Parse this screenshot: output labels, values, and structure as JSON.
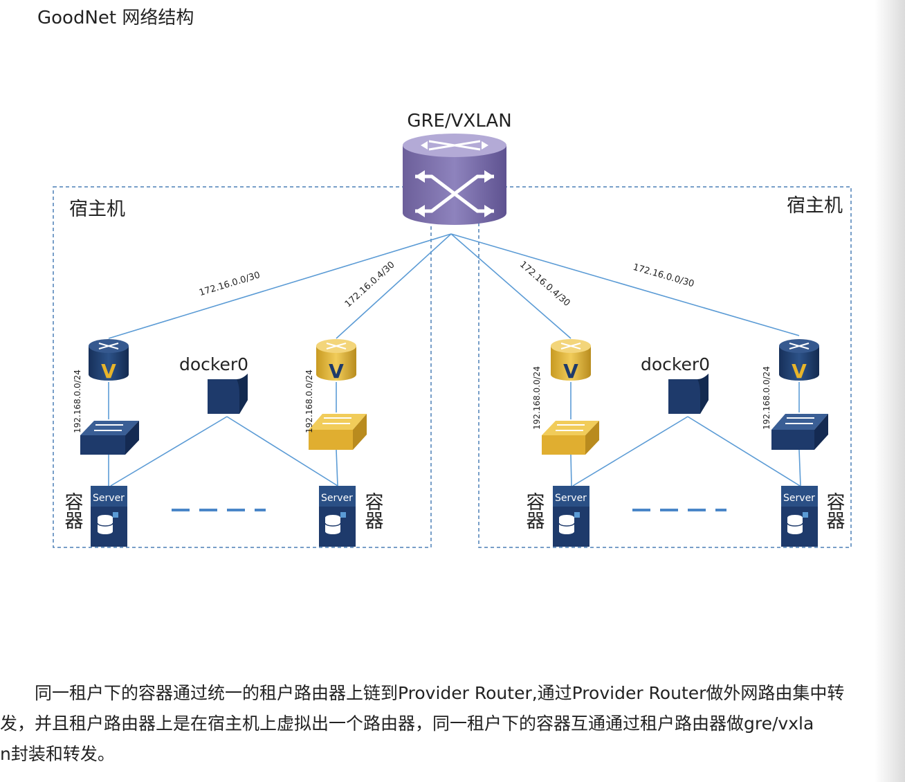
{
  "title": "GoodNet 网络结构",
  "diagram": {
    "core_label": "GRE/VXLAN",
    "host_label_left": "宿主机",
    "host_label_right": "宿主机",
    "links": {
      "left_outer": "172.16.0.0/30",
      "left_inner": "172.16.0.4/30",
      "right_inner": "172.16.0.4/30",
      "right_outer": "172.16.0.0/30"
    },
    "subnet_label": "192.168.0.0/24",
    "docker_label": "docker0",
    "router_letter": "V",
    "server_label": "Server",
    "container_label": "容器",
    "colors": {
      "link": "#5b9bd5",
      "host_border": "#4a7fb5",
      "navy": "#1e3a6b",
      "gold": "#e0b23a",
      "core_purple": "#7b6fa8"
    }
  },
  "paragraph": {
    "line1": "　　同一租户下的容器通过统一的租户路由器上链到Provider Router,通过Provider Router做外网路由集中转",
    "line2": "发，并且租户路由器上是在宿主机上虚拟出一个路由器，同一租户下的容器互通通过租户路由器做gre/vxla",
    "line3": "n封装和转发。"
  }
}
